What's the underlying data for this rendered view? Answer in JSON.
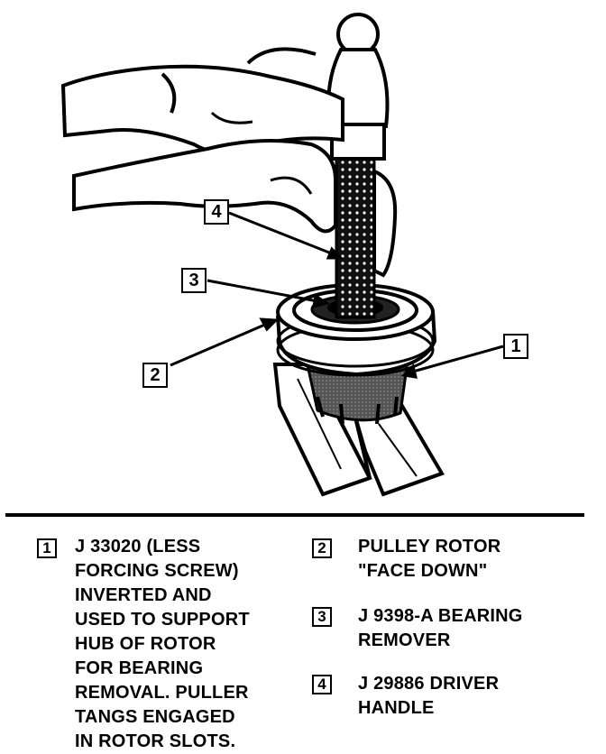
{
  "callouts": {
    "c1": "1",
    "c2": "2",
    "c3": "3",
    "c4": "4"
  },
  "legend": [
    {
      "number": "1",
      "text": "J 33020 (LESS\nFORCING SCREW)\nINVERTED AND\nUSED TO SUPPORT\nHUB OF ROTOR\nFOR BEARING\nREMOVAL. PULLER\nTANGS ENGAGED\nIN ROTOR SLOTS."
    },
    {
      "number": "2",
      "text": "PULLEY ROTOR\n\"FACE DOWN\""
    },
    {
      "number": "3",
      "text": "J 9398-A BEARING\nREMOVER"
    },
    {
      "number": "4",
      "text": "J 29886 DRIVER\nHANDLE"
    }
  ]
}
